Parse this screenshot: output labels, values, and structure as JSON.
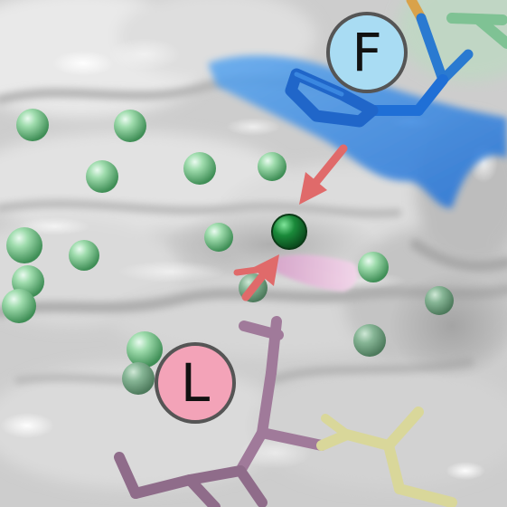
{
  "labels": {
    "residue_f": "F",
    "residue_l": "L"
  },
  "colors": {
    "surface": "#cfcfcf",
    "surface_highlight": "#f4f4f4",
    "surface_shadow": "#9a9a9a",
    "phenylalanine": "#1f6fd6",
    "phenylalanine_patch": "#3b8fe8",
    "leucine": "#a07a9a",
    "leucine_patch": "#e6b7d9",
    "adjacent_residue": "#d9d79a",
    "water": "#8fcf9c",
    "central_water": "#1a8a3a",
    "arrow": "#e06a6a",
    "label_f_fill": "#a9dcf3",
    "label_l_fill": "#f3a3b8",
    "label_border": "#555555"
  },
  "icons": {
    "arrow_top": "arrow-down-left",
    "arrow_bottom": "arrow-up-right"
  }
}
